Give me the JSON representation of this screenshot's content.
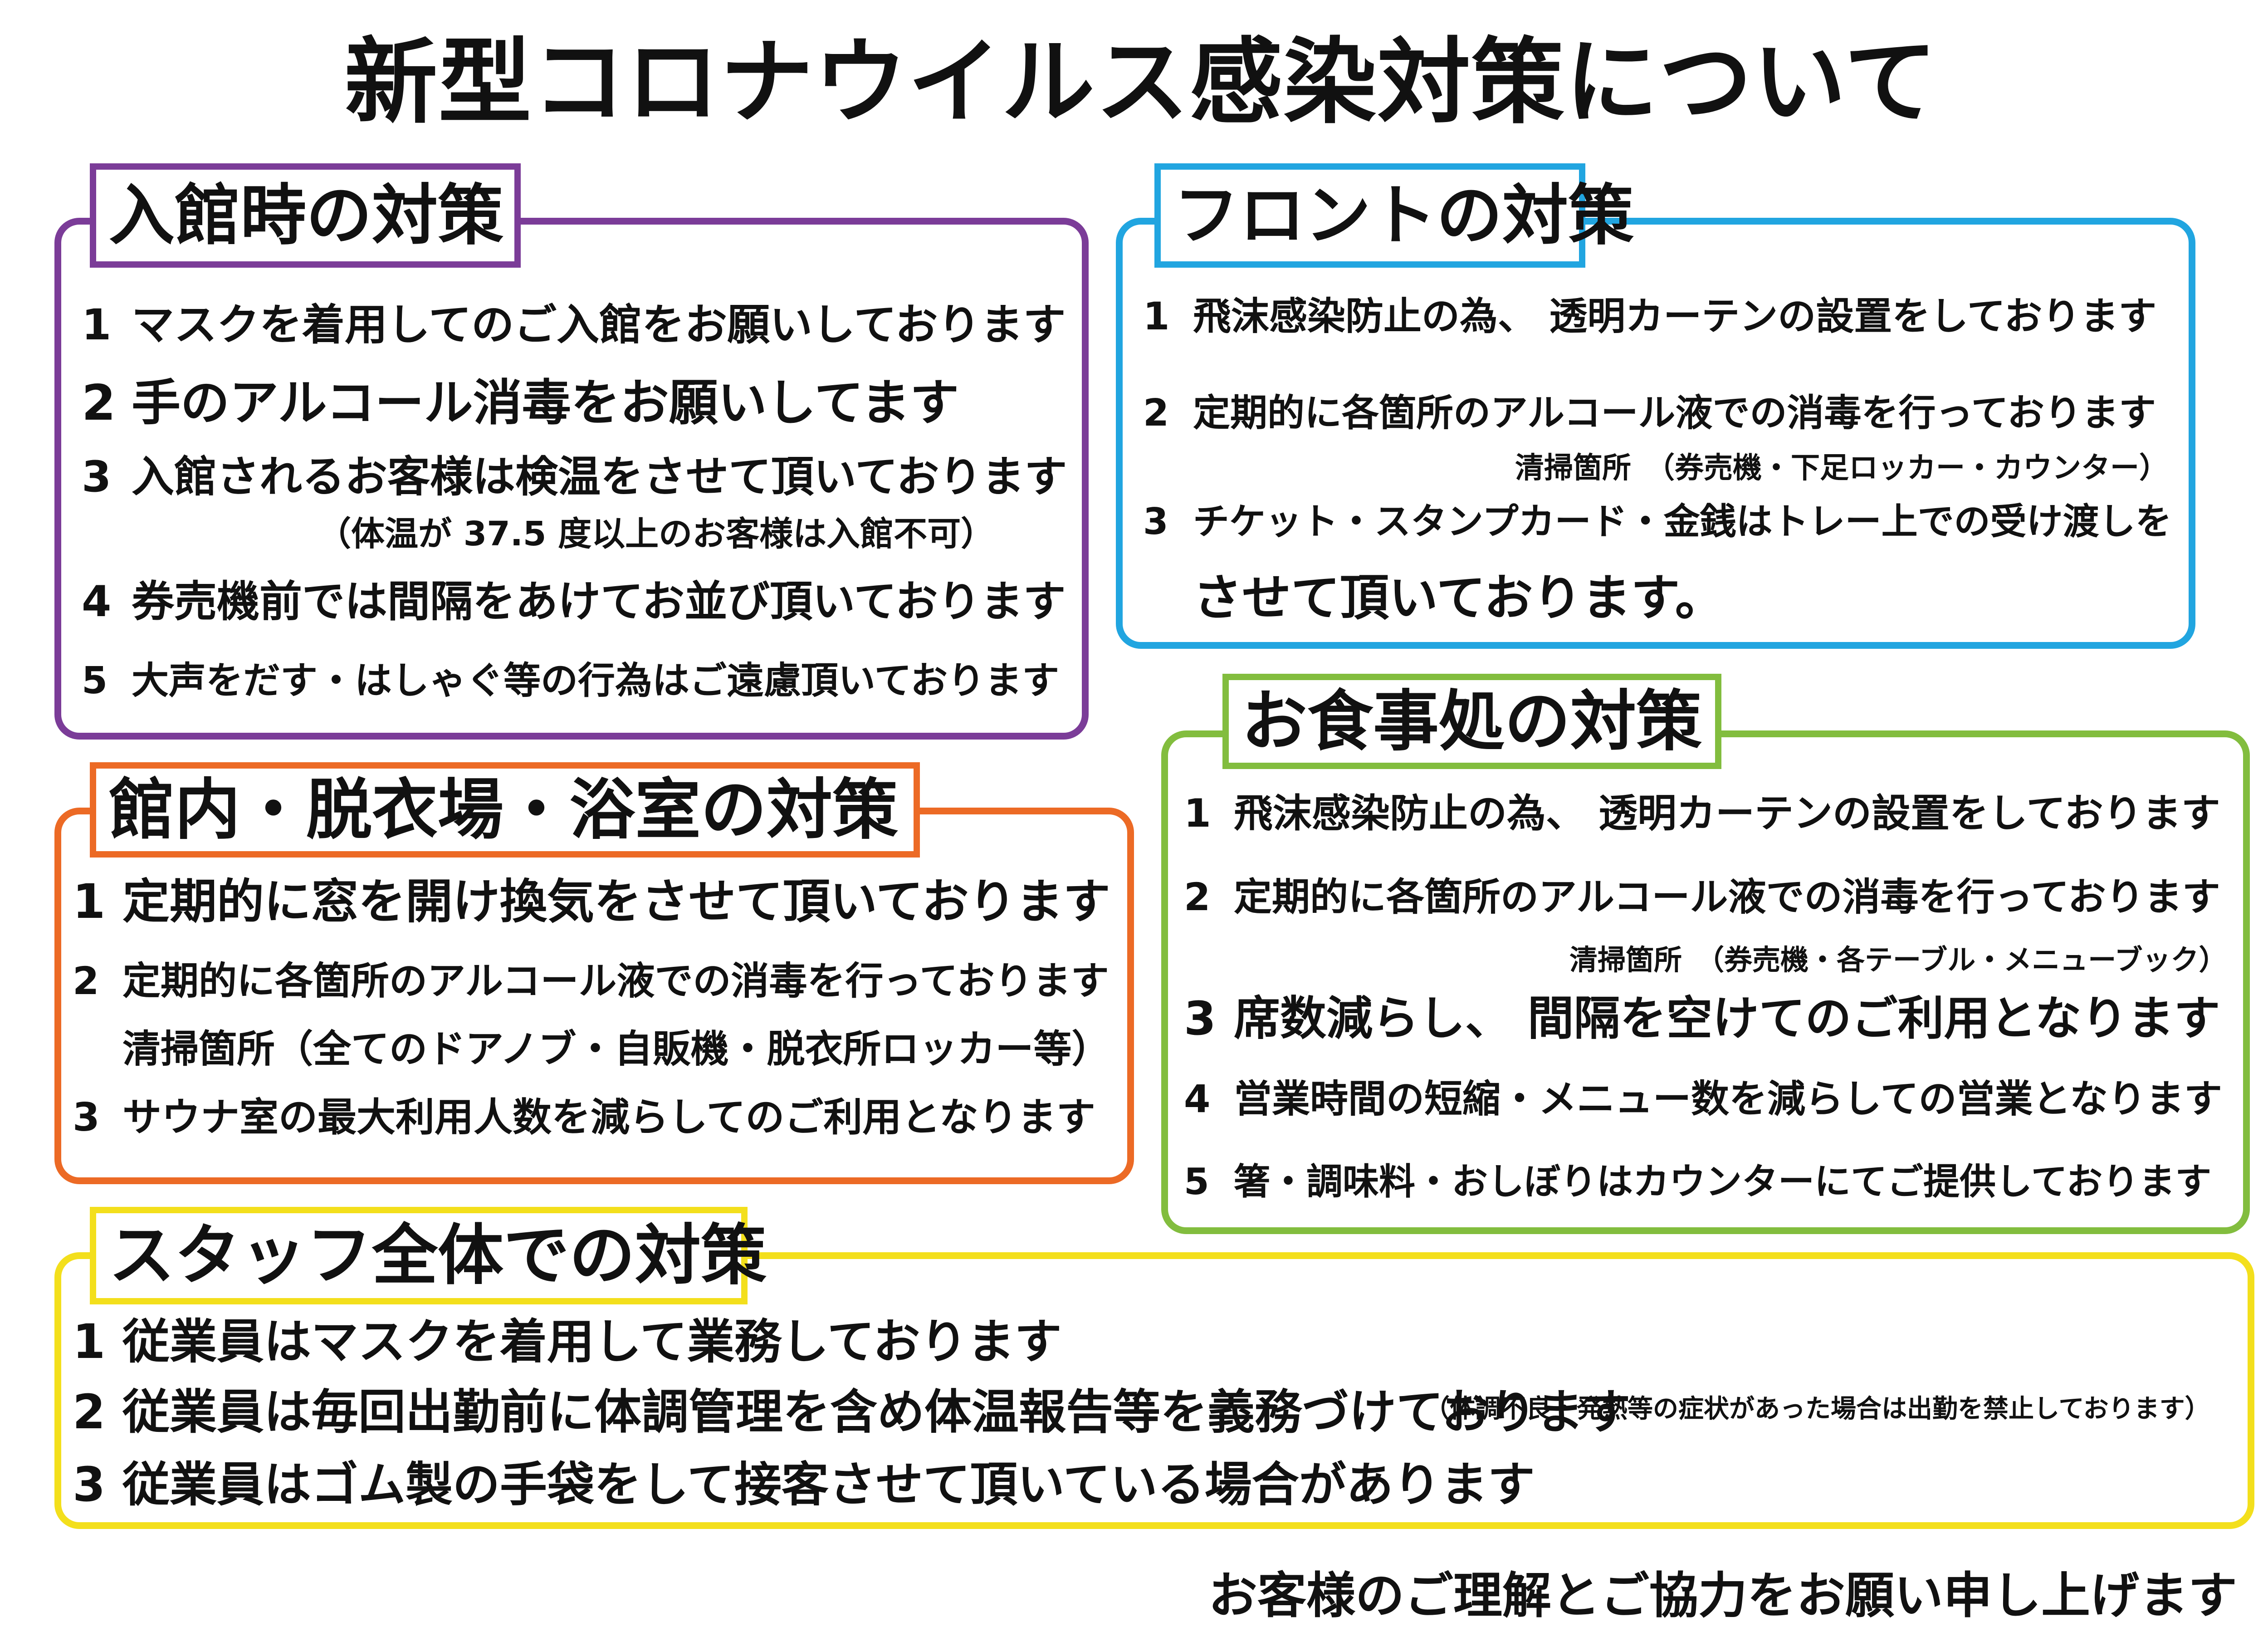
{
  "title": "新型コロナウイルス感染対策について",
  "colors": {
    "entry": "#7b3c98",
    "front": "#21a5e0",
    "bath": "#ec6a25",
    "food": "#82bd3e",
    "staff": "#f3df1c"
  },
  "entry": {
    "heading": "入館時の対策",
    "items": [
      {
        "n": "1",
        "text": "マスクを着用してのご入館をお願いしております"
      },
      {
        "n": "2",
        "text": "手のアルコール消毒をお願いしてます"
      },
      {
        "n": "3",
        "text": "入館されるお客様は検温をさせて頂いております"
      },
      {
        "n": "4",
        "text": "券売機前では間隔をあけてお並び頂いております"
      },
      {
        "n": "5",
        "text": "大声をだす・はしゃぐ等の行為はご遠慮頂いております"
      }
    ],
    "note": "（体温が 37.5 度以上のお客様は入館不可）"
  },
  "front": {
    "heading": "フロントの対策",
    "items": [
      {
        "n": "1",
        "text": "飛沫感染防止の為、 透明カーテンの設置をしております"
      },
      {
        "n": "2",
        "text": "定期的に各箇所のアルコール液での消毒を行っております"
      },
      {
        "n": "3",
        "text": "チケット・スタンプカード・金銭はトレー上での受け渡しを"
      }
    ],
    "note": "清掃箇所　（券売機・下足ロッカー・カウンター）",
    "item3_cont": "させて頂いております。"
  },
  "bath": {
    "heading": "館内・脱衣場・浴室の対策",
    "items": [
      {
        "n": "1",
        "text": "定期的に窓を開け換気をさせて頂いております"
      },
      {
        "n": "2",
        "text": "定期的に各箇所のアルコール液での消毒を行っております"
      },
      {
        "n": "3",
        "text": "サウナ室の最大利用人数を減らしてのご利用となります"
      }
    ],
    "item2_cont": "清掃箇所（全てのドアノブ・自販機・脱衣所ロッカー等）"
  },
  "food": {
    "heading": "お食事処の対策",
    "items": [
      {
        "n": "1",
        "text": "飛沫感染防止の為、 透明カーテンの設置をしております"
      },
      {
        "n": "2",
        "text": "定期的に各箇所のアルコール液での消毒を行っております"
      },
      {
        "n": "3",
        "text": "席数減らし、 間隔を空けてのご利用となります"
      },
      {
        "n": "4",
        "text": "営業時間の短縮・メニュー数を減らしての営業となります"
      },
      {
        "n": "5",
        "text": "箸・調味料・おしぼりはカウンターにてご提供しております"
      }
    ],
    "note": "清掃箇所　（券売機・各テーブル・メニューブック）"
  },
  "staff": {
    "heading": "スタッフ全体での対策",
    "items": [
      {
        "n": "1",
        "text": "従業員はマスクを着用して業務しております"
      },
      {
        "n": "2",
        "text": "従業員は毎回出勤前に体調管理を含め体温報告等を義務づけております"
      },
      {
        "n": "3",
        "text": "従業員はゴム製の手袋をして接客させて頂いている場合があります"
      }
    ],
    "note": "（体調不良・発熱等の症状があった場合は出勤を禁止しております）"
  },
  "closing": "お客様のご理解とご協力をお願い申し上げます"
}
